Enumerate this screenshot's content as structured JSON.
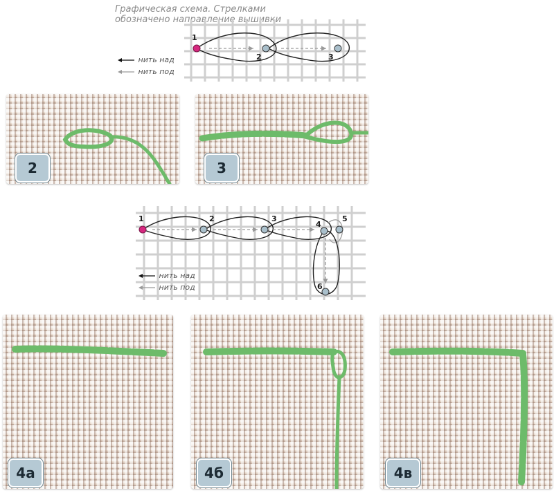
{
  "caption": "Графическая схема. Стрелками обозначено направление вышивки",
  "legend": {
    "thread_over": "нить над",
    "thread_under": "нить под"
  },
  "diagram1": {
    "points": [
      "1",
      "2",
      "3"
    ]
  },
  "diagram2": {
    "points": [
      "1",
      "2",
      "3",
      "4",
      "5",
      "6"
    ]
  },
  "photos": [
    {
      "label": "2"
    },
    {
      "label": "3"
    },
    {
      "label": "4а"
    },
    {
      "label": "4б"
    },
    {
      "label": "4в"
    }
  ],
  "colors": {
    "thread": "#6dbb6a",
    "thread_dark": "#4f9c50",
    "needle_point": "#d6287f",
    "hole": "#a9bfcb",
    "grid": "#c9c9c9",
    "tag_bg": "#b5c9d4"
  }
}
